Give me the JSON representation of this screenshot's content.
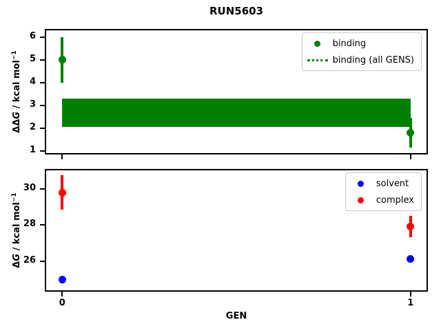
{
  "figure": {
    "title": "RUN5603",
    "background": "#ffffff",
    "spine_color": "#000000"
  },
  "chart_data": [
    {
      "type": "scatter",
      "subplot": "top",
      "ylabel": "ΔΔG / kcal mol⁻¹",
      "ylabel_parts": {
        "upright": "ΔΔ",
        "italic": "G",
        "unit": " / kcal mol",
        "exponent": "−1"
      },
      "xlabel": "",
      "xlim": [
        -0.05,
        1.05
      ],
      "ylim": [
        0.85,
        6.35
      ],
      "yticks": [
        1,
        2,
        3,
        4,
        5,
        6
      ],
      "xticks": [
        0,
        1
      ],
      "xtick_labels_visible": false,
      "grid": false,
      "series": [
        {
          "name": "binding",
          "color": "#008000",
          "marker": "circle",
          "points": [
            {
              "x": 0,
              "y": 5.0,
              "yerr": 1.0
            },
            {
              "x": 1,
              "y": 1.8,
              "yerr": 0.65
            }
          ]
        }
      ],
      "band": {
        "name": "binding (all GENS)",
        "color": "#008000",
        "x0": 0,
        "x1": 1,
        "y0": 2.05,
        "y1": 3.3
      },
      "legend": {
        "position": "upper right",
        "items": [
          {
            "label": "binding",
            "marker": "dot",
            "color": "#008000"
          },
          {
            "label": "binding (all GENS)",
            "marker": "dotted-line",
            "color": "#008000"
          }
        ]
      }
    },
    {
      "type": "scatter",
      "subplot": "bottom",
      "ylabel": "ΔG / kcal mol⁻¹",
      "ylabel_parts": {
        "upright": "Δ",
        "italic": "G",
        "unit": " / kcal mol",
        "exponent": "−1"
      },
      "xlabel": "GEN",
      "xlim": [
        -0.05,
        1.05
      ],
      "ylim": [
        24.3,
        31.1
      ],
      "yticks": [
        26,
        28,
        30
      ],
      "xticks": [
        0,
        1
      ],
      "xtick_labels_visible": true,
      "grid": false,
      "series": [
        {
          "name": "solvent",
          "color": "#0000ff",
          "marker": "circle",
          "points": [
            {
              "x": 0,
              "y": 24.95,
              "yerr": 0.2
            },
            {
              "x": 1,
              "y": 26.1,
              "yerr": 0.1
            }
          ]
        },
        {
          "name": "complex",
          "color": "#ff0000",
          "marker": "circle",
          "points": [
            {
              "x": 0,
              "y": 29.8,
              "yerr": 0.95
            },
            {
              "x": 1,
              "y": 27.9,
              "yerr": 0.6
            }
          ]
        }
      ],
      "legend": {
        "position": "upper right",
        "items": [
          {
            "label": "solvent",
            "marker": "dot",
            "color": "#0000ff"
          },
          {
            "label": "complex",
            "marker": "dot",
            "color": "#ff0000"
          }
        ]
      }
    }
  ]
}
